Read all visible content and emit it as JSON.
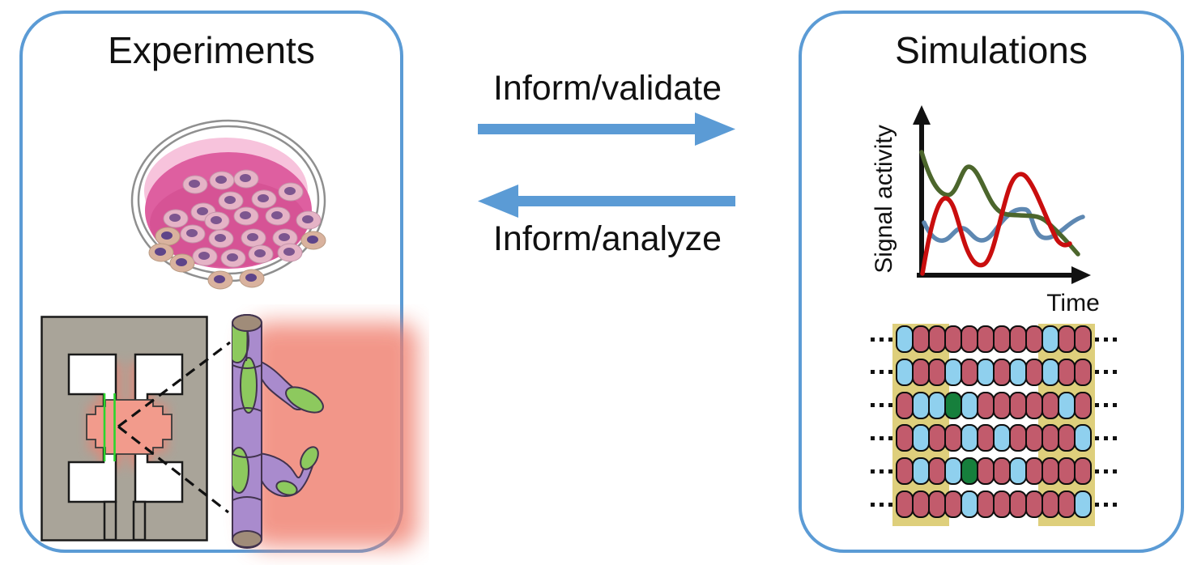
{
  "panels": {
    "experiments": {
      "title": "Experiments"
    },
    "simulations": {
      "title": "Simulations"
    }
  },
  "arrows": {
    "forward_label": "Inform/validate",
    "backward_label": "Inform/analyze"
  },
  "illustrations": {
    "petri_dish": "culture dish with scattered cells",
    "microdevice": "microfluidic device cross-section with membrane and stimulus glow",
    "vessel_sprout": "magnified sprouting vessel of purple and green cells in red stimulus field"
  },
  "chart_data": [
    {
      "type": "line",
      "title": "",
      "xlabel": "Time",
      "ylabel": "Signal activity",
      "x_ticks": [],
      "y_ticks": [],
      "legend": "none",
      "axis_style": "hand-drawn arrows, no gridlines",
      "note": "qualitative sketch; values normalized 0-1 sampled left-to-right",
      "x_normalized": [
        0,
        0.1,
        0.2,
        0.3,
        0.4,
        0.5,
        0.6,
        0.7,
        0.8,
        0.9,
        1.0
      ],
      "series": [
        {
          "name": "green signal",
          "color": "#4C662C",
          "values": [
            0.75,
            0.56,
            0.49,
            0.66,
            0.52,
            0.45,
            0.38,
            0.36,
            0.35,
            0.28,
            0.12
          ]
        },
        {
          "name": "red signal",
          "color": "#C90E0E",
          "values": [
            0.01,
            0.25,
            0.46,
            0.3,
            0.07,
            0.06,
            0.33,
            0.62,
            0.6,
            0.38,
            0.19
          ]
        },
        {
          "name": "blue signal",
          "color": "#5E88B2",
          "values": [
            0.32,
            0.2,
            0.23,
            0.28,
            0.21,
            0.22,
            0.33,
            0.4,
            0.26,
            0.24,
            0.32
          ]
        }
      ]
    },
    {
      "type": "heatmap",
      "title": "simulated cell lattice",
      "rows": 6,
      "cols": 12,
      "cell_states": [
        "BRRRRRRRRBRR",
        "BRRBRBRBRBRR",
        "RBBGBRRRRRBR",
        "RBRRBRBRRRRB",
        "RBRBGRRBRRRR",
        "RRRRBRRRRRRB"
      ],
      "palette": {
        "R": "#C25B6C",
        "B": "#8FD0EE",
        "G": "#167F3C"
      },
      "band_color": "#DECF7C",
      "edge_dots": 3
    }
  ],
  "colors": {
    "panel_border": "#5B9BD5",
    "arrow_blue": "#5B9BD5",
    "text": "#111111",
    "axis": "#111111",
    "chart_red": "#C90E0E",
    "chart_green": "#4C662C",
    "chart_blue": "#5E88B2",
    "grid_outline": "#0d0d0d",
    "dish_glass": "#8f8f8f",
    "dish_pink_light": "#F7C3DC",
    "dish_pink": "#DE5FA0",
    "dish_pink_deep": "#D0488D",
    "cell_body": "#E5B3C6",
    "cell_body_tan": "#D9B29E",
    "cell_nucleus": "#7D568F",
    "cell_nucleus_dark": "#5E4489",
    "device_gray": "#A9A499",
    "device_outline": "#1a1a1a",
    "device_glow": "#F0806F",
    "device_salmon": "#F29B8C",
    "membrane_green": "#2BD62B",
    "tube_purple": "#A98BCD",
    "tube_green": "#8DC95E",
    "tube_cap": "#A08C79",
    "tube_outline": "#42334E",
    "dashed_line": "#111111"
  }
}
